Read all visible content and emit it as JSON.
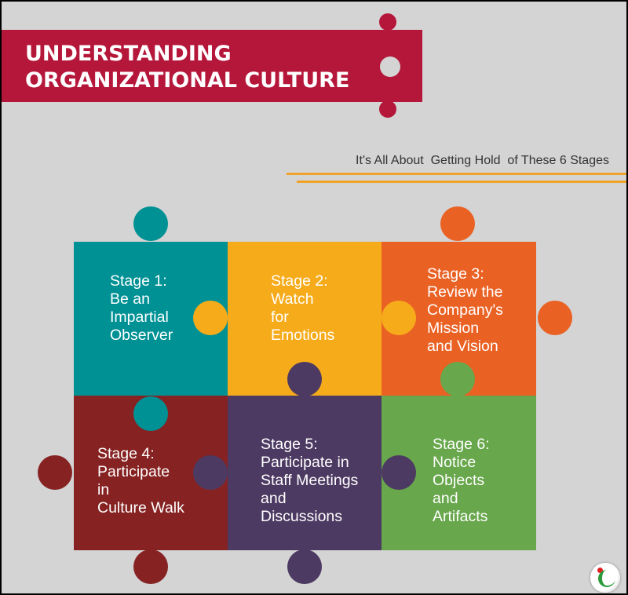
{
  "header": {
    "title_line1": "Understanding",
    "title_line2": "Organizational Culture"
  },
  "subtitle": "It's All About  Getting Hold  of These 6 Stages",
  "stages": [
    {
      "lines": [
        "Stage 1:",
        "Be an",
        "Impartial",
        "Observer"
      ],
      "color": "#009194"
    },
    {
      "lines": [
        "Stage 2:",
        "Watch",
        "for",
        "Emotions"
      ],
      "color": "#f6ab1b"
    },
    {
      "lines": [
        "Stage 3:",
        "Review the",
        "Company's",
        "Mission",
        "and Vision"
      ],
      "color": "#ea6124"
    },
    {
      "lines": [
        "Stage 4:",
        "Participate",
        "in",
        "Culture Walk"
      ],
      "color": "#862222"
    },
    {
      "lines": [
        "Stage 5:",
        "Participate in",
        "Staff Meetings",
        "and",
        "Discussions"
      ],
      "color": "#4d3a62"
    },
    {
      "lines": [
        "Stage 6:",
        "Notice",
        "Objects",
        "and",
        "Artifacts"
      ],
      "color": "#68a74c"
    }
  ],
  "colors": {
    "banner": "#b5173b",
    "accent_line": "#f0a32a",
    "background": "#d4d4d4"
  }
}
